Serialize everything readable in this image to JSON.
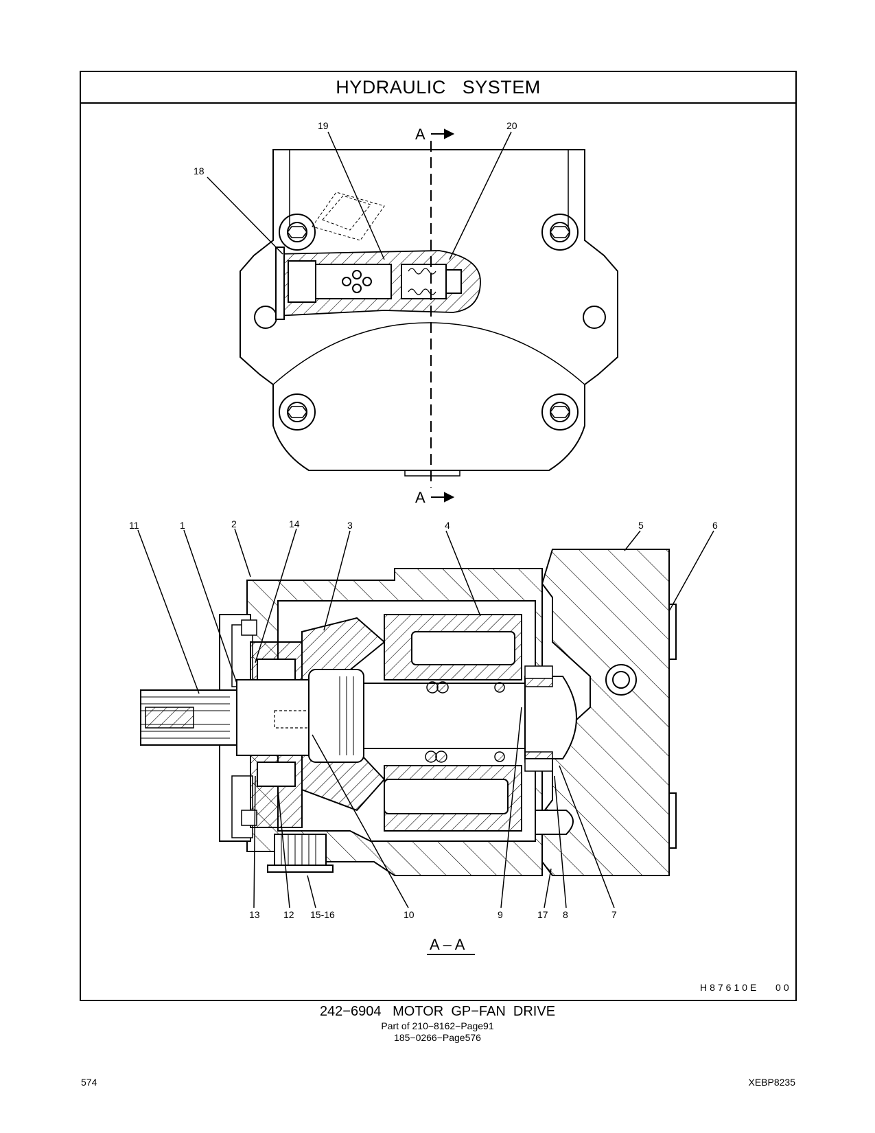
{
  "header": {
    "title": "HYDRAULIC   SYSTEM"
  },
  "callouts": {
    "c1": "1",
    "c2": "2",
    "c3": "3",
    "c4": "4",
    "c5": "5",
    "c6": "6",
    "c7": "7",
    "c8": "8",
    "c9": "9",
    "c10": "10",
    "c11": "11",
    "c12": "12",
    "c13": "13",
    "c14": "14",
    "c15_16": "15-16",
    "c17": "17",
    "c18": "18",
    "c19": "19",
    "c20": "20"
  },
  "section_markers": {
    "top": "A",
    "bottom": "A",
    "view_label": "A – A"
  },
  "illustration_code": "H87610E   00",
  "caption": {
    "main": "242−6904   MOTOR  GP−FAN  DRIVE",
    "line2": "Part of 210−8162−Page91",
    "line3": "185−0266−Page576"
  },
  "footer": {
    "page_number": "574",
    "document_id": "XEBP8235"
  }
}
